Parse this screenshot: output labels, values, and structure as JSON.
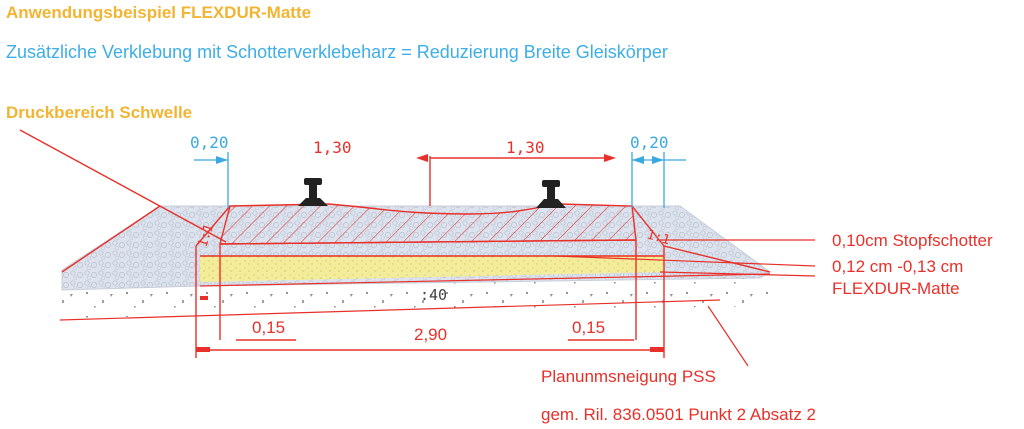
{
  "header": {
    "title": "Anwendungsbeispiel FLEXDUR-Matte",
    "subtitle": "Zusätzliche Verklebung mit Schotterverklebeharz = Reduzierung Breite Gleiskörper",
    "section_label": "Druckbereich Schwelle"
  },
  "dimensions": {
    "left_shoulder": "0,20",
    "left_gauge": "1,30",
    "right_gauge": "1,30",
    "right_shoulder": "0,20",
    "slope_left": "1:1",
    "slope_right": "1:1",
    "inclination": ":40",
    "left_edge": "0,15",
    "total_width": "2,90",
    "right_edge": "0,15"
  },
  "legend": {
    "ballast": "0,10cm Stopfschotter",
    "thickness": "0,12 cm -0,13 cm",
    "mat": "FLEXDUR-Matte"
  },
  "notes": {
    "planum": "Planunmsneigung PSS",
    "reference": "gem. Ril. 836.0501 Punkt 2 Absatz 2"
  },
  "colors": {
    "title": "#f2b533",
    "subtitle": "#3eaee8",
    "red": "#e8302a",
    "blue_dim": "#3aa9e0",
    "ballast": "#dce3ee",
    "mat": "#f3ec9a",
    "rail": "#222222"
  }
}
